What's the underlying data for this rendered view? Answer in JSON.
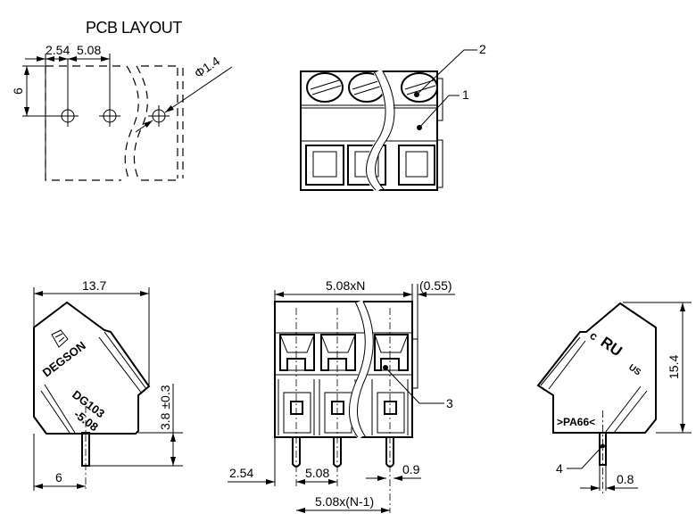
{
  "pcb_layout": {
    "title": "PCB LAYOUT",
    "dim_pitch_offset": "2.54",
    "dim_pitch": "5.08",
    "dim_row": "6",
    "dim_hole": "Φ1.4"
  },
  "top_view": {
    "callout_1": "1",
    "callout_2": "2"
  },
  "front_view": {
    "dim_width": "5.08xN",
    "dim_overhang": "(0.55)",
    "dim_offset": "2.54",
    "dim_pitch": "5.08",
    "dim_pin": "0.9",
    "dim_span": "5.08x(N-1)",
    "callout_3": "3"
  },
  "left_side_view": {
    "dim_depth": "13.7",
    "dim_pin_length": "3.8 ±0.3",
    "dim_pin_offset": "6",
    "brand": "DEGSON",
    "model_line1": "DG103",
    "model_line2": "-5.08"
  },
  "right_side_view": {
    "dim_height": "15.4",
    "dim_pin_width": "0.8",
    "callout_4": "4",
    "material": ">PA66<",
    "cert_c": "c",
    "cert_ul": "RU",
    "cert_us": "US"
  }
}
